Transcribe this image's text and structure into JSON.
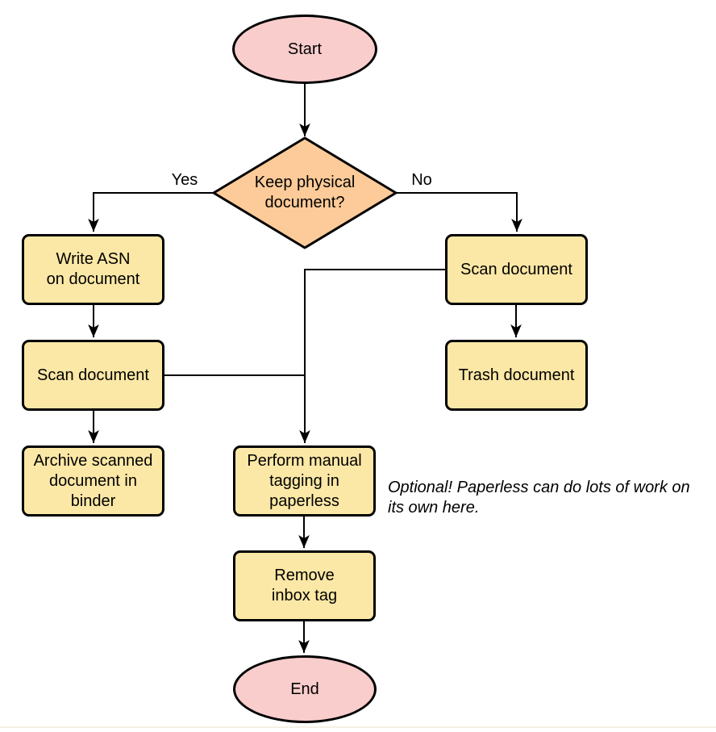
{
  "colors": {
    "terminal_fill": "#FACDCD",
    "decision_fill": "#FDCB99",
    "process_fill": "#FCE8A6",
    "stroke": "#000000"
  },
  "nodes": {
    "start": {
      "label": "Start"
    },
    "decision": {
      "label": "Keep physical\ndocument?"
    },
    "write_asn": {
      "label": "Write ASN\non document"
    },
    "scan_left": {
      "label": "Scan document"
    },
    "archive": {
      "label": "Archive scanned\ndocument in\nbinder"
    },
    "scan_right": {
      "label": "Scan document"
    },
    "trash": {
      "label": "Trash document"
    },
    "perform_tagging": {
      "label": "Perform manual\ntagging in\npaperless"
    },
    "remove_inbox": {
      "label": "Remove\ninbox tag"
    },
    "end": {
      "label": "End"
    }
  },
  "edge_labels": {
    "yes": "Yes",
    "no": "No"
  },
  "annotation": "Optional! Paperless can do lots of work on\nits own here."
}
